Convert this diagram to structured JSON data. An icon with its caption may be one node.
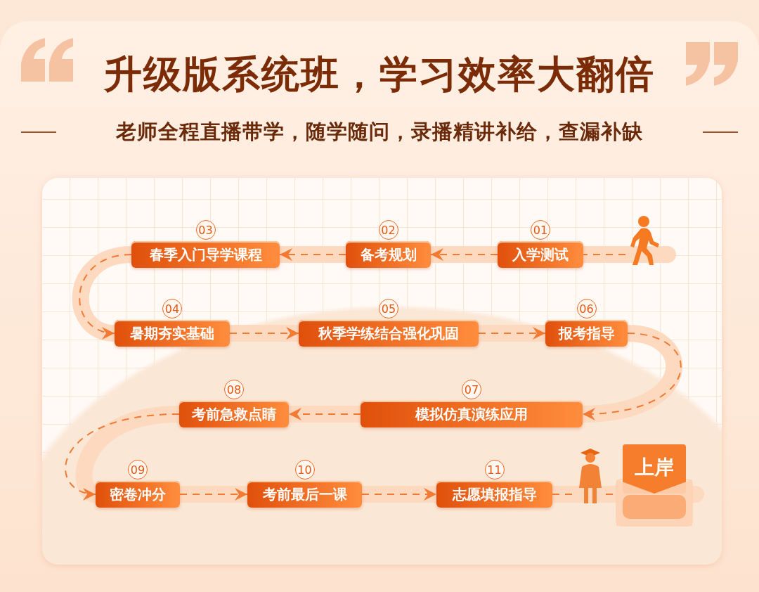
{
  "diagram": {
    "title": "升级版系统班，学习效率大翻倍",
    "nodes": [
      {
        "text": [],
        "shape": "picture"
      },
      {
        "text": [
          "入学测试"
        ],
        "beside": [
          "01"
        ]
      },
      {
        "text": [
          "备考规划"
        ],
        "beside": [
          "02"
        ]
      },
      {
        "text": [
          "春季入门导学课程"
        ],
        "beside": [
          "03"
        ]
      },
      {
        "text": [
          "暑期夯实基础"
        ],
        "beside": [
          "04"
        ]
      },
      {
        "text": [
          "秋季学练结合强化巩固"
        ],
        "beside": [
          "05"
        ]
      },
      {
        "text": [
          "报考指导"
        ],
        "beside": [
          "06"
        ]
      },
      {
        "text": [
          "模拟仿真演练应用"
        ],
        "beside": [
          "07"
        ]
      },
      {
        "text": [
          "考前急救点睛"
        ],
        "beside": [
          "08"
        ]
      },
      {
        "text": [
          "密卷冲分"
        ],
        "beside": [
          "09"
        ]
      },
      {
        "text": [
          "考前最后一课"
        ],
        "beside": [
          "10"
        ]
      },
      {
        "text": [
          "志愿填报指导"
        ],
        "beside": [
          "11"
        ]
      },
      {
        "text": [],
        "shape": "picture"
      },
      {
        "text": [
          "上岸"
        ]
      }
    ],
    "edges": [
      {
        "from": 0,
        "to": 1,
        "arrow": "none"
      },
      {
        "from": 1,
        "to": 2,
        "arrow": "to"
      },
      {
        "from": 2,
        "to": 3,
        "arrow": "to"
      },
      {
        "from": 3,
        "to": 4,
        "arrow": "to"
      },
      {
        "from": 4,
        "to": 5,
        "arrow": "to"
      },
      {
        "from": 5,
        "to": 6,
        "arrow": "to"
      },
      {
        "from": 6,
        "to": 7,
        "arrow": "to"
      },
      {
        "from": 7,
        "to": 8,
        "arrow": "to"
      },
      {
        "from": 8,
        "to": 9,
        "arrow": "to"
      },
      {
        "from": 9,
        "to": 10,
        "arrow": "to"
      },
      {
        "from": 10,
        "to": 11,
        "arrow": "to"
      },
      {
        "from": 11,
        "to": 12,
        "arrow": "none"
      },
      {
        "from": 12,
        "to": 13,
        "arrow": "none"
      }
    ],
    "labels": [
      "老师全程直播带学，随学随问，录播精讲补给，查漏补缺"
    ]
  }
}
